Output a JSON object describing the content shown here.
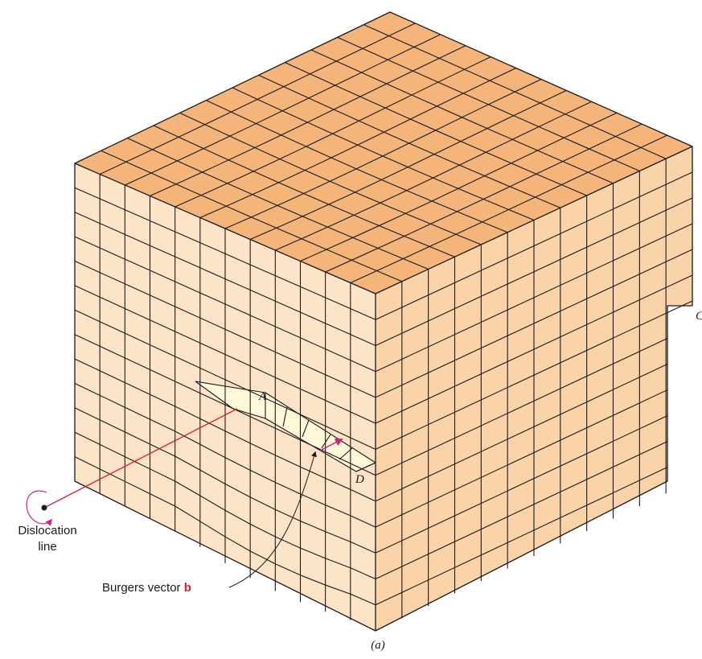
{
  "colors": {
    "top_face": "#f5b57a",
    "front_face": "#fde3c8",
    "right_face": "#fbd3a8",
    "slip_face": "#fff8d8",
    "accent_red": "#d8232a",
    "magenta": "#d0217e"
  },
  "labels": {
    "point_a": "A",
    "point_c": "C",
    "point_d": "D",
    "dislocation_line_1": "Dislocation",
    "dislocation_line_2": "line",
    "burgers_prefix": "Burgers vector ",
    "burgers_symbol": "b",
    "caption": "(a)"
  },
  "icons": {
    "rotation_arrow": "circular-arrow-icon",
    "dislocation_point": "dot-icon",
    "burgers_arrow": "arrow-icon"
  }
}
